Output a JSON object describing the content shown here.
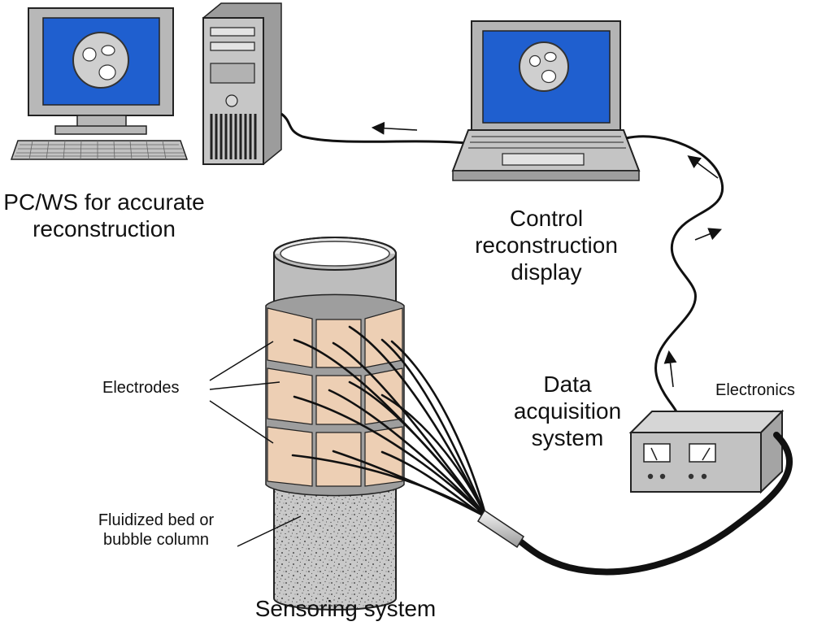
{
  "labels": {
    "pc_line1": "PC/WS for accurate",
    "pc_line2": "reconstruction",
    "control_line1": "Control",
    "control_line2": "reconstruction",
    "control_line3": "display",
    "daq_line1": "Data",
    "daq_line2": "acquisition",
    "daq_line3": "system",
    "electronics": "Electronics",
    "electrodes": "Electrodes",
    "fluidized_line1": "Fluidized bed or",
    "fluidized_line2": "bubble column",
    "sensoring": "Sensoring system"
  },
  "colors": {
    "screen_blue": "#1f5fcf",
    "device_gray": "#b4b4b4",
    "electrode_beige": "#edcfb4",
    "cable_black": "#111111"
  },
  "icons": {
    "desktop": "desktop-computer-icon",
    "laptop": "laptop-icon",
    "electronics": "electronics-box-icon",
    "column": "sensor-column-icon"
  }
}
